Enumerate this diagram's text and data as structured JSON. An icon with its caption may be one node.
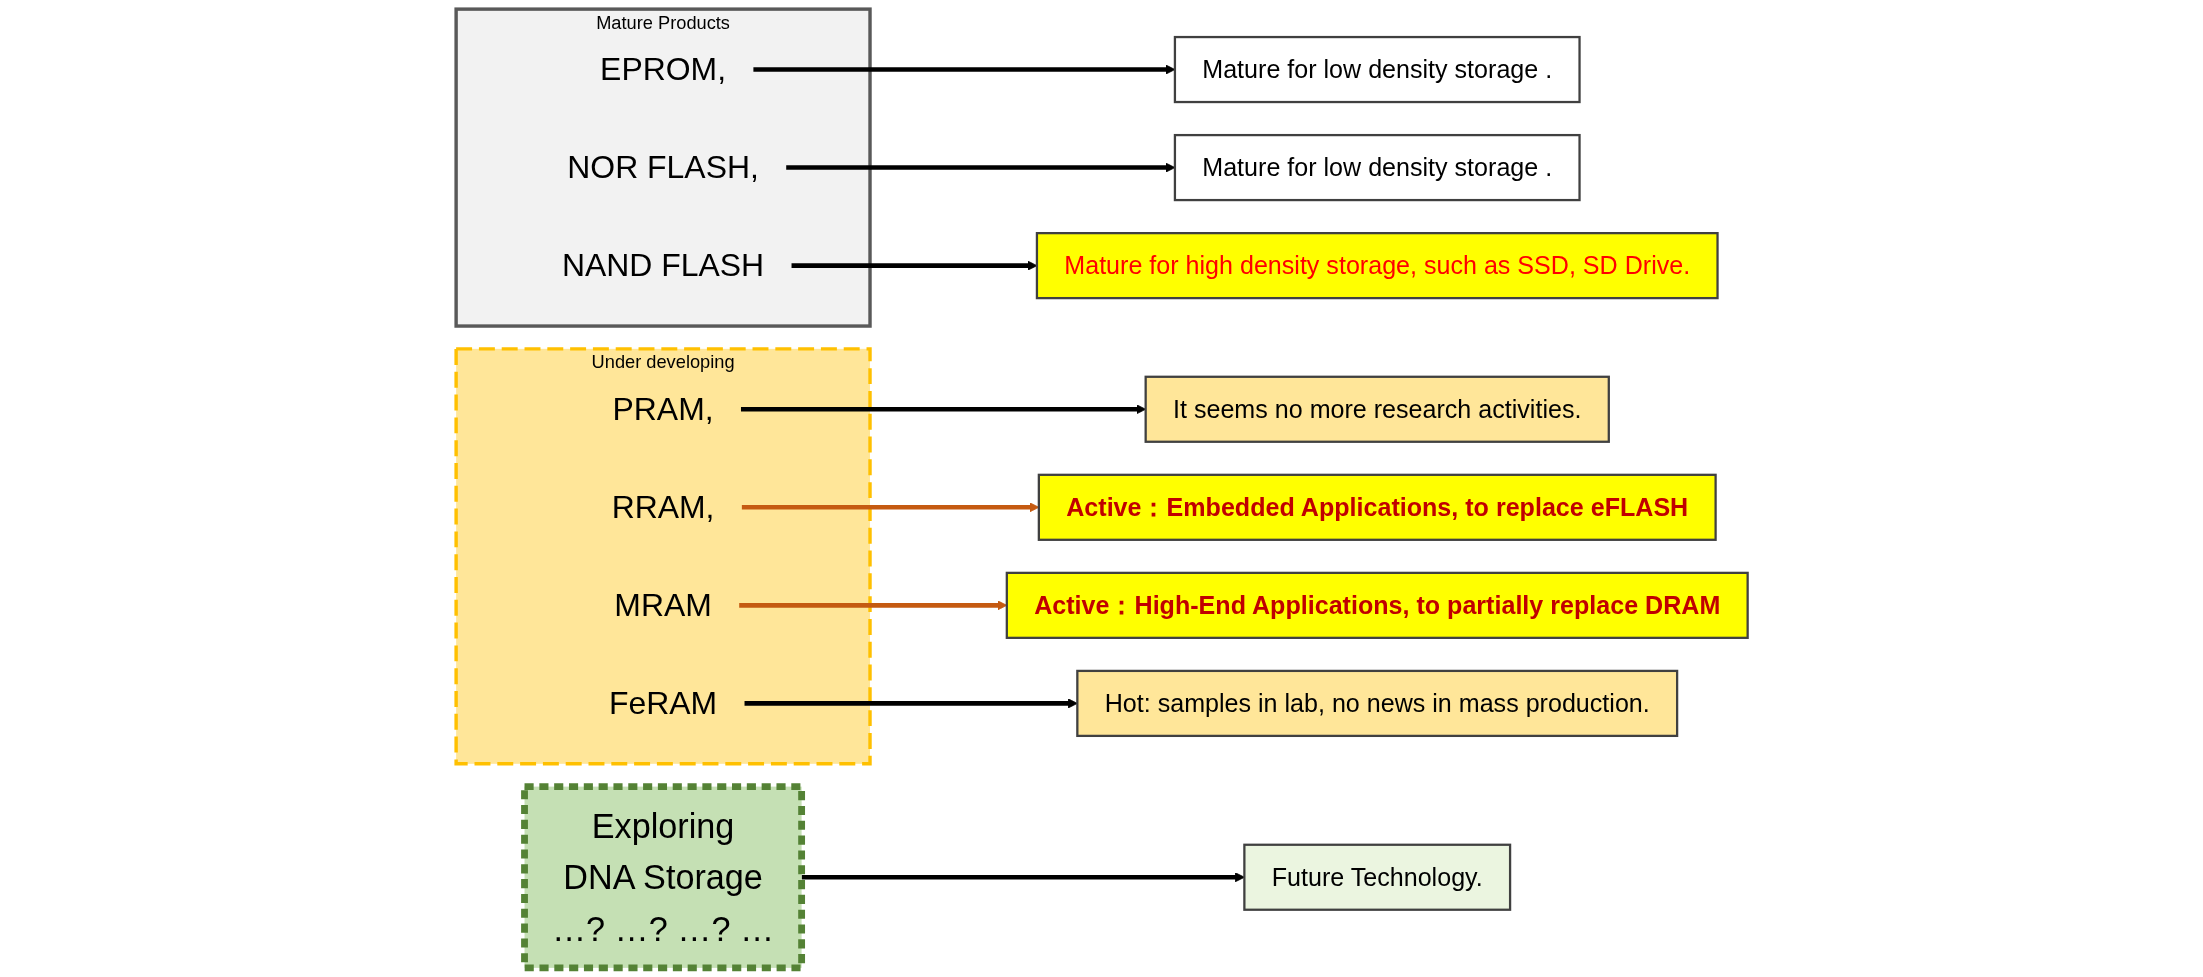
{
  "diagram": {
    "nodes": [
      {
        "text": [
          "Mature Products"
        ]
      },
      {
        "text": [
          "EPROM,"
        ],
        "in": 0
      },
      {
        "text": [
          "NOR FLASH,"
        ],
        "in": 0
      },
      {
        "text": [
          "NAND FLASH"
        ],
        "in": 0
      },
      {
        "text": [
          "Mature for low density storage ."
        ]
      },
      {
        "text": [
          "Mature for low density storage ."
        ]
      },
      {
        "text": [
          "Mature for high density storage, such as SSD, SD Drive."
        ]
      },
      {
        "text": [
          "Under developing"
        ]
      },
      {
        "text": [
          "PRAM,"
        ],
        "in": 7
      },
      {
        "text": [
          "RRAM,"
        ],
        "in": 7
      },
      {
        "text": [
          "MRAM"
        ],
        "in": 7
      },
      {
        "text": [
          "FeRAM"
        ],
        "in": 7
      },
      {
        "text": [
          "It seems no more research activities."
        ]
      },
      {
        "text": [
          "Active：Embedded Applications, to replace eFLASH"
        ]
      },
      {
        "text": [
          "Active：High-End Applications, to partially replace DRAM"
        ]
      },
      {
        "text": [
          "Hot: samples in lab, no news in mass production."
        ]
      },
      {
        "text": [
          "Exploring",
          "DNA Storage",
          "…? …? …? …"
        ]
      },
      {
        "text": [
          "Future Technology."
        ]
      }
    ],
    "edges": [
      {
        "from": 1,
        "to": 4,
        "arrow": "to"
      },
      {
        "from": 2,
        "to": 5,
        "arrow": "to"
      },
      {
        "from": 3,
        "to": 6,
        "arrow": "to"
      },
      {
        "from": 8,
        "to": 12,
        "arrow": "to"
      },
      {
        "from": 9,
        "to": 13,
        "arrow": "to",
        "color": "#c55a11"
      },
      {
        "from": 10,
        "to": 14,
        "arrow": "to",
        "color": "#c55a11"
      },
      {
        "from": 11,
        "to": 15,
        "arrow": "to"
      },
      {
        "from": 16,
        "to": 17,
        "arrow": "to"
      }
    ]
  }
}
